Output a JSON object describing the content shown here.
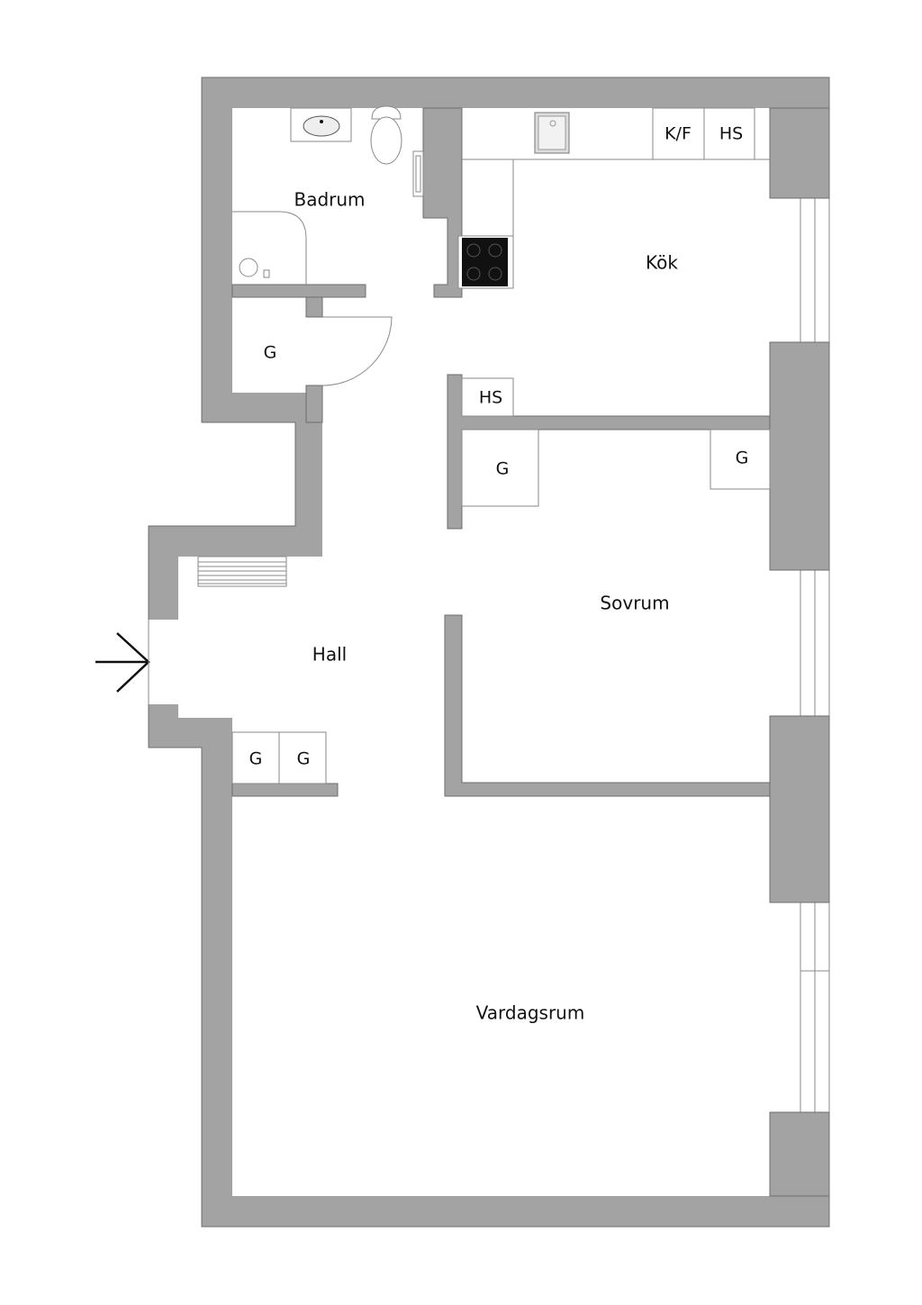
{
  "plan": {
    "rooms": {
      "badrum": "Badrum",
      "kok": "Kök",
      "sovrum": "Sovrum",
      "hall": "Hall",
      "vardagsrum": "Vardagsrum"
    },
    "fixtures": {
      "kf": "K/F",
      "hs_kitchen": "HS",
      "hs_hall": "HS",
      "g_hall_closet": "G",
      "g_sovrum_left": "G",
      "g_sovrum_right": "G",
      "g_entry_1": "G",
      "g_entry_2": "G"
    }
  },
  "colors": {
    "wall": "#a3a3a3",
    "floor": "#ffffff"
  }
}
